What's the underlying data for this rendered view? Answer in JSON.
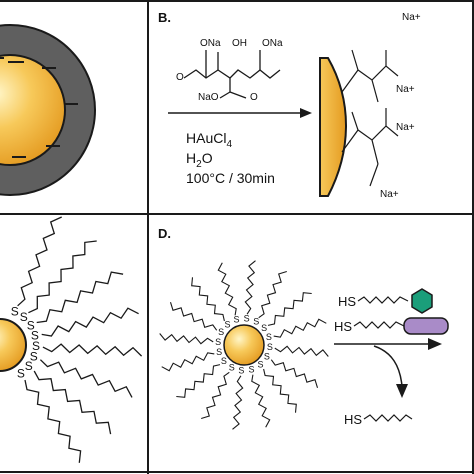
{
  "panels": {
    "b": {
      "label": "B.",
      "reagent_labels": [
        "ONa",
        "OH",
        "ONa",
        "NaO",
        "O",
        "O"
      ],
      "conditions": {
        "line1": "HAuCl",
        "line1_sub": "4",
        "line2": "H",
        "line2_sub": "2",
        "line2_end": "O",
        "line3": "100°C / 30min"
      },
      "product_labels": [
        "Na+",
        "Na+",
        "Na+",
        "Na+"
      ]
    },
    "c": {
      "sulfur_label": "S"
    },
    "d": {
      "label": "D.",
      "sulfur_label": "S",
      "thiol_label": "HS",
      "colors": {
        "hexagon": "#1a9e7a",
        "bar": "#a98bc8"
      }
    }
  },
  "colors": {
    "gold_core": "#f2b440",
    "shell": "#5f5f5f",
    "outline": "#1a1a1a"
  }
}
